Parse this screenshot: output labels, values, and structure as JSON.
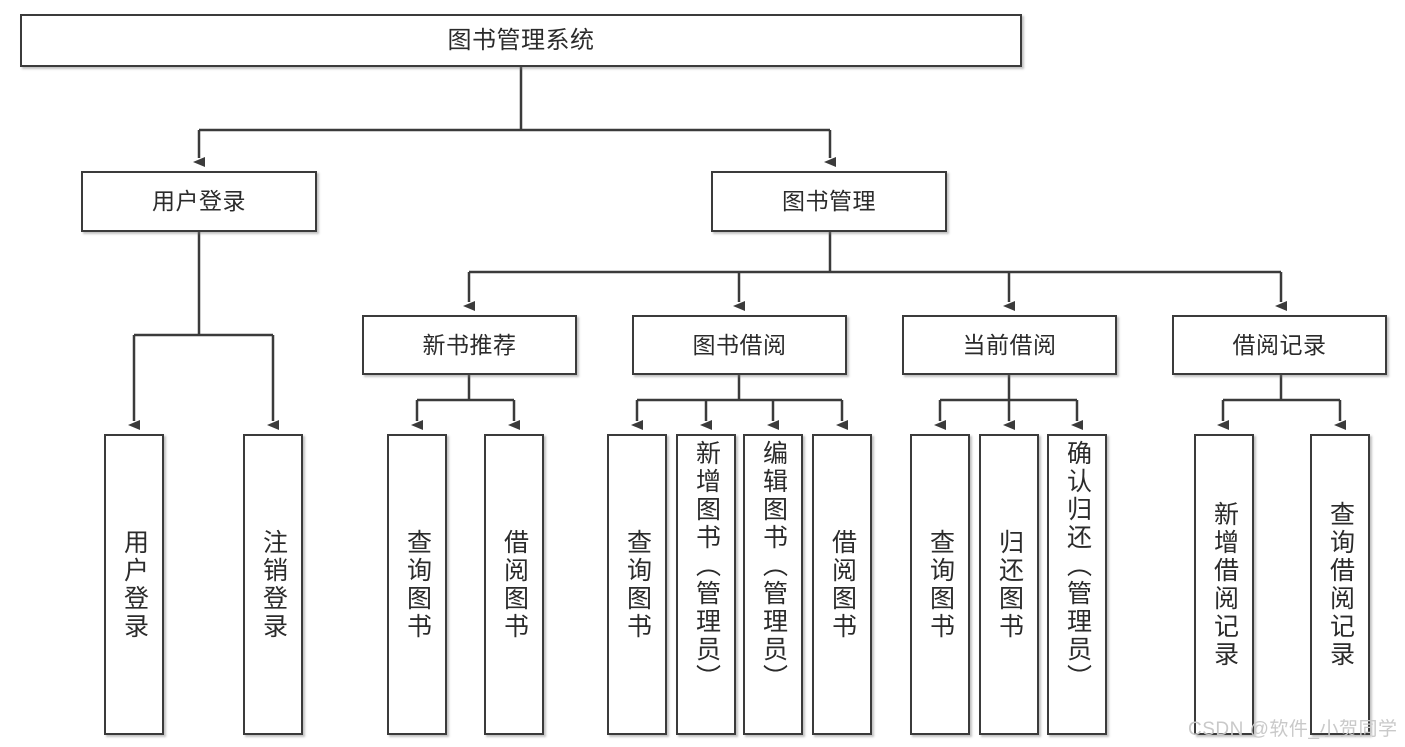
{
  "diagram": {
    "type": "tree",
    "title": "图书管理系统",
    "root": {
      "id": "root",
      "label": "图书管理系统"
    },
    "level2": [
      {
        "id": "user-login",
        "label": "用户登录"
      },
      {
        "id": "book-manage",
        "label": "图书管理"
      }
    ],
    "level3": [
      {
        "id": "new-book-recommend",
        "label": "新书推荐",
        "parent": "book-manage"
      },
      {
        "id": "book-borrow",
        "label": "图书借阅",
        "parent": "book-manage"
      },
      {
        "id": "current-borrow",
        "label": "当前借阅",
        "parent": "book-manage"
      },
      {
        "id": "borrow-record",
        "label": "借阅记录",
        "parent": "book-manage"
      }
    ],
    "leaves": {
      "user-login": [
        {
          "id": "leaf-user-login",
          "label": "用户登录"
        },
        {
          "id": "leaf-logout-login",
          "label": "注销登录"
        }
      ],
      "new-book-recommend": [
        {
          "id": "leaf-query-book-1",
          "label": "查询图书"
        },
        {
          "id": "leaf-borrow-book-1",
          "label": "借阅图书"
        }
      ],
      "book-borrow": [
        {
          "id": "leaf-query-book-2",
          "label": "查询图书"
        },
        {
          "id": "leaf-add-book-admin",
          "label": "新增图书（管理员）"
        },
        {
          "id": "leaf-edit-book-admin",
          "label": "编辑图书（管理员）"
        },
        {
          "id": "leaf-borrow-book-2",
          "label": "借阅图书"
        }
      ],
      "current-borrow": [
        {
          "id": "leaf-query-book-3",
          "label": "查询图书"
        },
        {
          "id": "leaf-return-book",
          "label": "归还图书"
        },
        {
          "id": "leaf-confirm-return-admin",
          "label": "确认归还（管理员）"
        }
      ],
      "borrow-record": [
        {
          "id": "leaf-add-borrow-record",
          "label": "新增借阅记录"
        },
        {
          "id": "leaf-query-borrow-record",
          "label": "查询借阅记录"
        }
      ]
    }
  },
  "watermark": {
    "text": "CSDN @软件_小贺同学"
  },
  "colors": {
    "border": "#3b3b3b",
    "text": "#2b2b2b",
    "background": "#ffffff",
    "watermark": "#c9c9c9",
    "connector": "#3b3b3b"
  }
}
